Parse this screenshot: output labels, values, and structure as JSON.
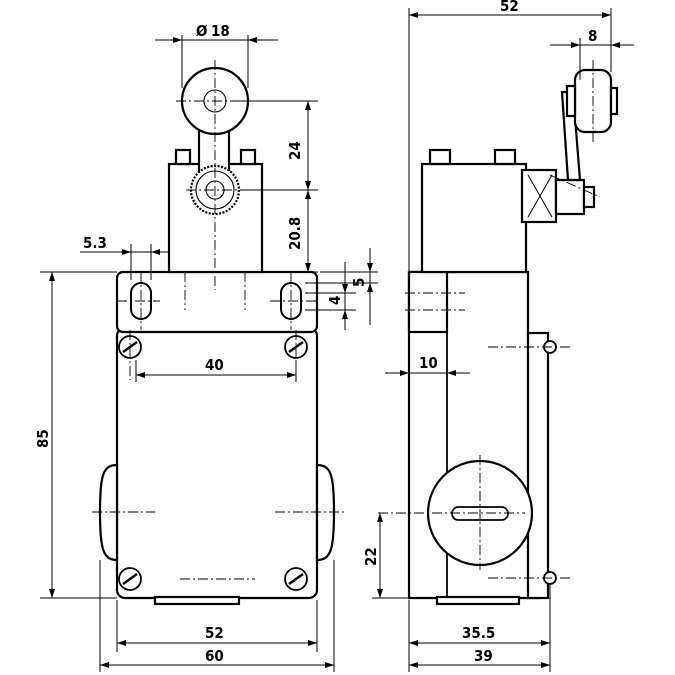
{
  "front_view": {
    "diameter_symbol": "Ø",
    "roller_diameter": "18",
    "dim_roller_offset": "24",
    "dim_shaft_height": "20.8",
    "dim_slot_width": "5.3",
    "dim_slot_height": "4",
    "dim_slot_spacing": "5",
    "dim_hole_spacing": "40",
    "dim_body_height": "85",
    "dim_base_hole_spacing": "52",
    "dim_total_width": "60"
  },
  "side_view": {
    "dim_total_depth": "52",
    "dim_roller_width": "8",
    "dim_flange_offset": "10",
    "dim_plug_height": "22",
    "dim_hole_spacing": "35.5",
    "dim_body_depth": "39"
  }
}
